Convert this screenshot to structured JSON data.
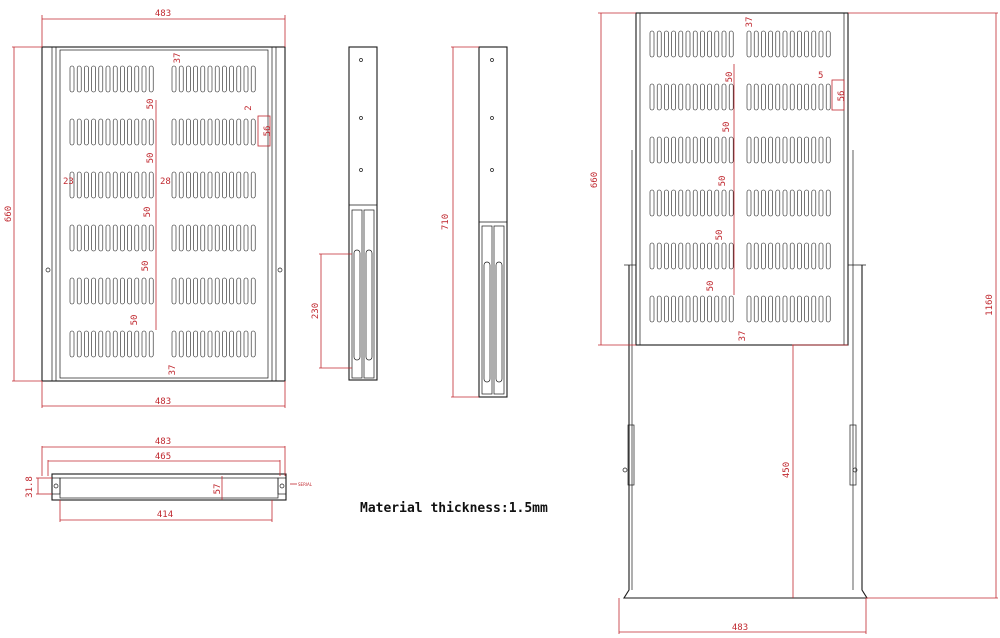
{
  "colors": {
    "dimension": "#c0282f",
    "line": "#1a1a1a",
    "background": "#ffffff"
  },
  "note": "Material thickness:1.5mm",
  "tag": "SERIAL",
  "front_view": {
    "width_top": "483",
    "width_bottom": "483",
    "height": "660",
    "top_margin": "37",
    "bottom_margin": "37",
    "row_pitch": [
      "50",
      "50",
      "50",
      "50",
      "50"
    ],
    "slot_height": "56",
    "slot_gap": "2",
    "side_left": "23",
    "side_center": "28"
  },
  "side_view_1": {
    "slide": "230"
  },
  "side_view_2": {
    "length": "710"
  },
  "bottom_view": {
    "overall": "483",
    "inner": "465",
    "base": "414",
    "height": "57",
    "flange": "31.8"
  },
  "extended_view": {
    "height": "660",
    "total": "1160",
    "extension": "450",
    "width": "483",
    "top_margin": "37",
    "bottom_margin": "37",
    "row_pitch": [
      "50",
      "50",
      "50",
      "50",
      "50"
    ],
    "slot_height": "56",
    "slot_gap": "5"
  }
}
